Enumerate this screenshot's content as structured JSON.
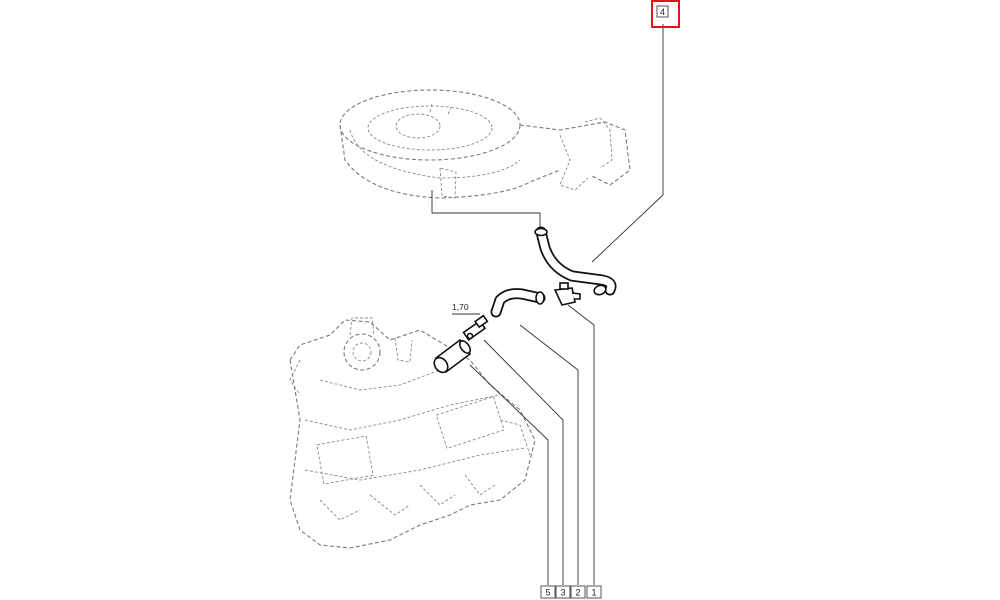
{
  "diagram": {
    "callouts": [
      {
        "id": "callout-4",
        "label": "4",
        "highlighted": true
      },
      {
        "id": "callout-5",
        "label": "5",
        "highlighted": false
      },
      {
        "id": "callout-3",
        "label": "3",
        "highlighted": false
      },
      {
        "id": "callout-2",
        "label": "2",
        "highlighted": false
      },
      {
        "id": "callout-1",
        "label": "1",
        "highlighted": false
      }
    ],
    "dimension_label": "1,70",
    "colors": {
      "highlight": "#e0161e",
      "line": "#111111",
      "ghost_outline": "#7a7a7a"
    }
  }
}
